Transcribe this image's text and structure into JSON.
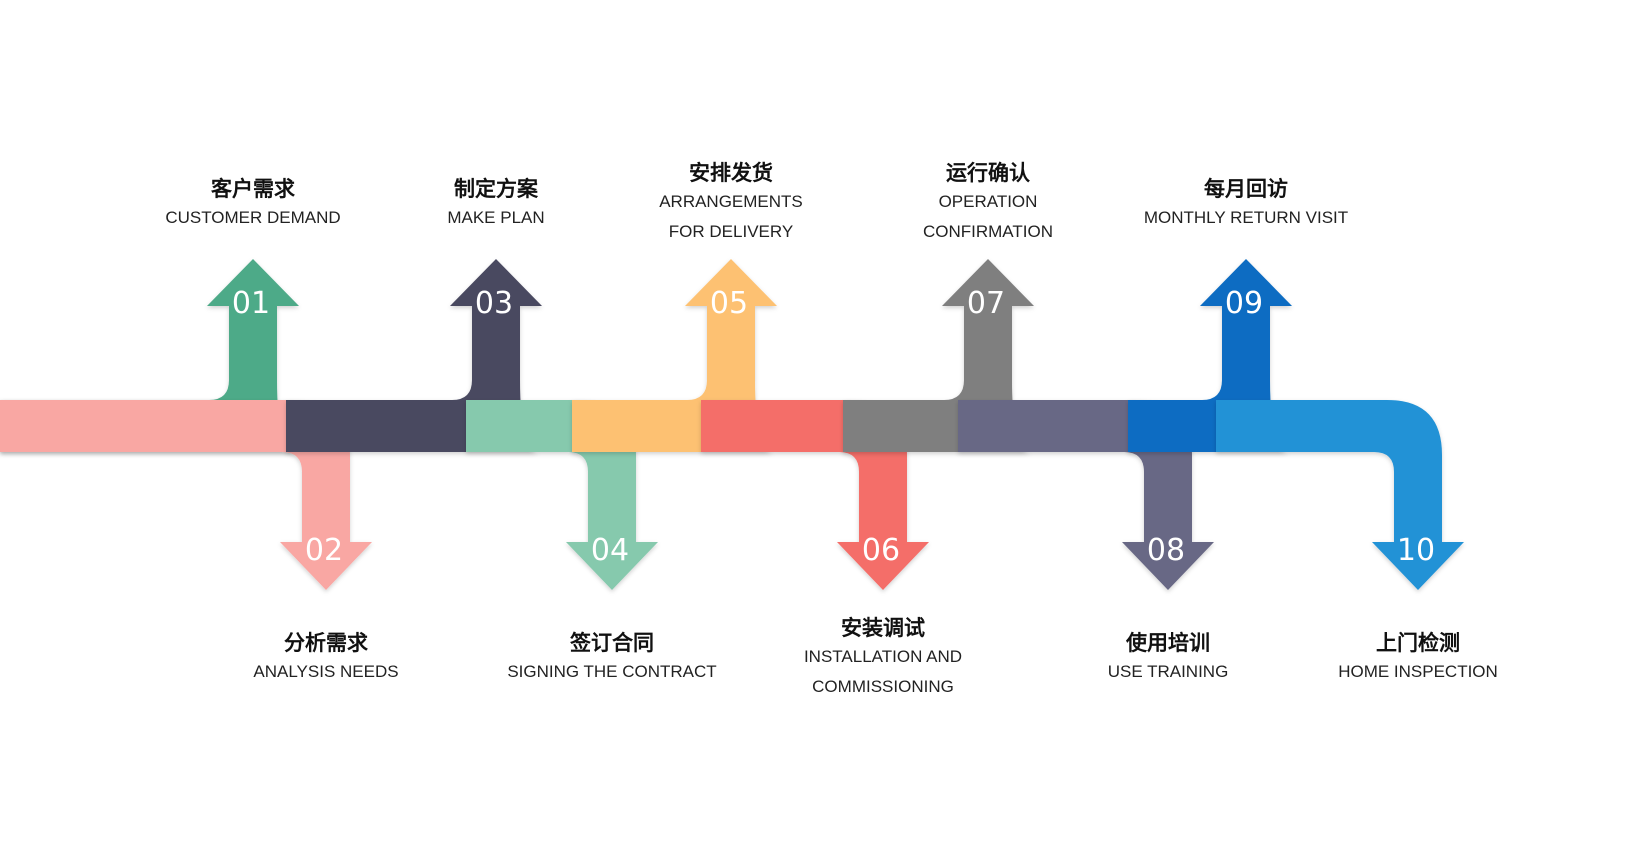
{
  "steps": [
    {
      "num": "01",
      "zh": "客户需求",
      "en": [
        "CUSTOMER DEMAND"
      ],
      "color": "#4eaa88",
      "dir": "up"
    },
    {
      "num": "02",
      "zh": "分析需求",
      "en": [
        "ANALYSIS NEEDS"
      ],
      "color": "#f9a7a3",
      "dir": "down"
    },
    {
      "num": "03",
      "zh": "制定方案",
      "en": [
        "MAKE PLAN"
      ],
      "color": "#494860",
      "dir": "up"
    },
    {
      "num": "04",
      "zh": "签订合同",
      "en": [
        "SIGNING THE CONTRACT"
      ],
      "color": "#86c9ad",
      "dir": "down"
    },
    {
      "num": "05",
      "zh": "安排发货",
      "en": [
        "ARRANGEMENTS",
        "FOR DELIVERY"
      ],
      "color": "#fdc172",
      "dir": "up"
    },
    {
      "num": "06",
      "zh": "安装调试",
      "en": [
        "INSTALLATION AND",
        "COMMISSIONING"
      ],
      "color": "#f46e69",
      "dir": "down"
    },
    {
      "num": "07",
      "zh": "运行确认",
      "en": [
        "OPERATION",
        "CONFIRMATION"
      ],
      "color": "#7f7f7f",
      "dir": "up"
    },
    {
      "num": "08",
      "zh": "使用培训",
      "en": [
        "USE TRAINING"
      ],
      "color": "#686785",
      "dir": "down"
    },
    {
      "num": "09",
      "zh": "每月回访",
      "en": [
        "MONTHLY RETURN VISIT"
      ],
      "color": "#0a6cc2",
      "dir": "up"
    },
    {
      "num": "10",
      "zh": "上门检测",
      "en": [
        "HOME INSPECTION"
      ],
      "color": "#2492d6",
      "dir": "down"
    }
  ]
}
